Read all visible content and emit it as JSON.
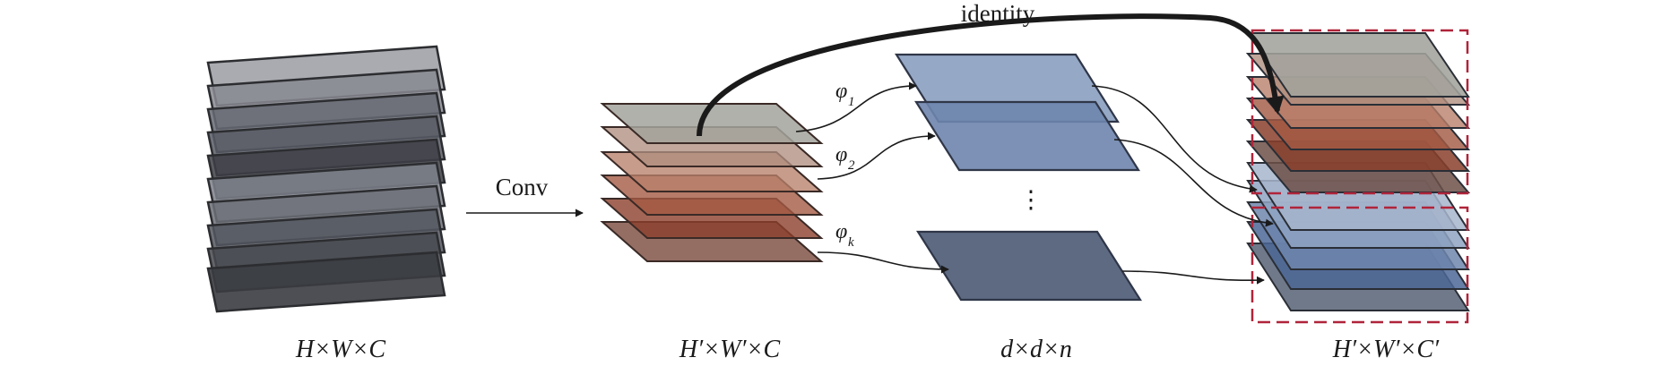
{
  "labels": {
    "input_dims": "H×W×C",
    "conv": "Conv",
    "feature_dims": "H′×W′×C",
    "kernel_dims": "d×d×n",
    "output_dims": "H′×W′×C′",
    "identity": "identity",
    "ellipsis": "⋮"
  },
  "branches": [
    {
      "symbol": "φ",
      "sub": "1"
    },
    {
      "symbol": "φ",
      "sub": "2"
    },
    {
      "symbol": "φ",
      "sub": "k"
    }
  ],
  "colors": {
    "grey_light": "#8d8f96",
    "grey_dark": "#36383d",
    "brown": "#8a3f2c",
    "blue_light": "#8fa3c2",
    "blue_mid": "#6f86ad",
    "blue_dark": "#4f6389",
    "slate": "#5d6a82",
    "dash_box": "#b0243a",
    "line": "#1a1a1a"
  }
}
